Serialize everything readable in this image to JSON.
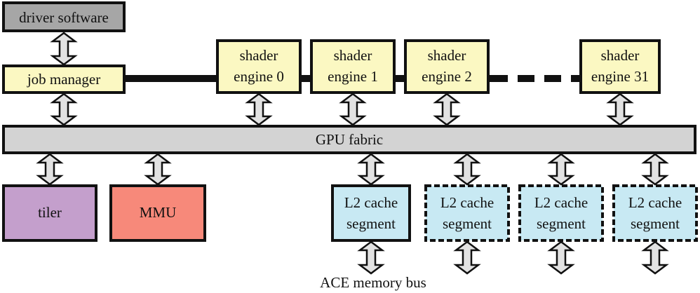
{
  "colors": {
    "stroke": "#111111",
    "driver_fill": "#a6a6a6",
    "job_fill": "#fbf8c2",
    "shader_fill": "#fbf8c2",
    "fabric_fill": "#d3d3d3",
    "tiler_fill": "#c49fcc",
    "mmu_fill": "#f7897a",
    "cache_fill": "#c8e9f3",
    "arrow_fill": "#e2e2e2"
  },
  "driver": {
    "label": "driver software"
  },
  "job_manager": {
    "label": "job manager"
  },
  "shader_engines": [
    {
      "line1": "shader",
      "line2": "engine 0"
    },
    {
      "line1": "shader",
      "line2": "engine 1"
    },
    {
      "line1": "shader",
      "line2": "engine 2"
    },
    {
      "line1": "shader",
      "line2": "engine 31"
    }
  ],
  "fabric": {
    "label": "GPU fabric"
  },
  "tiler": {
    "label": "tiler"
  },
  "mmu": {
    "label": "MMU"
  },
  "l2_segments": [
    {
      "line1": "L2 cache",
      "line2": "segment"
    },
    {
      "line1": "L2 cache",
      "line2": "segment"
    },
    {
      "line1": "L2 cache",
      "line2": "segment"
    },
    {
      "line1": "L2 cache",
      "line2": "segment"
    }
  ],
  "memory_bus": {
    "label": "ACE memory bus"
  }
}
